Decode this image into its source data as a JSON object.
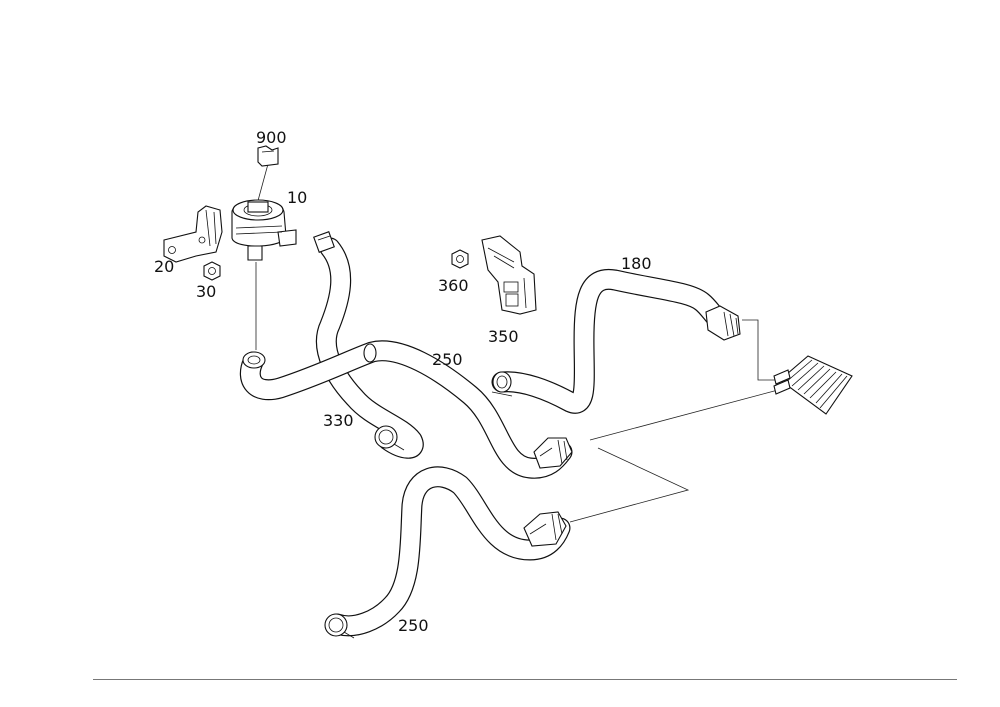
{
  "callouts": {
    "c900": "900",
    "c10": "10",
    "c20": "20",
    "c30": "30",
    "c360": "360",
    "c350": "350",
    "c180": "180",
    "c250a": "250",
    "c330": "330",
    "c250b": "250"
  },
  "colors": {
    "line": "#111111",
    "background": "#ffffff",
    "rule": "#777777"
  }
}
